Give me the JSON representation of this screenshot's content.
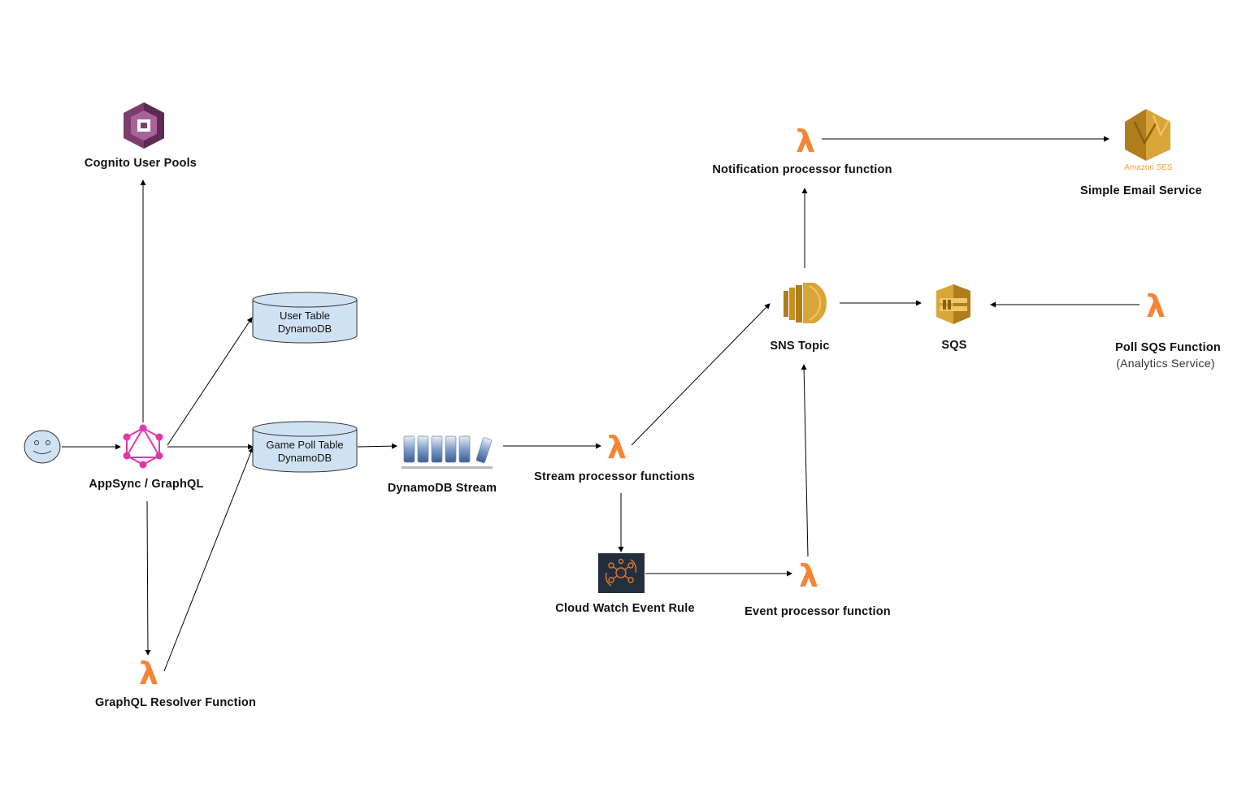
{
  "labels": {
    "cognito": "Cognito User Pools",
    "appsync": "AppSync / GraphQL",
    "resolver": "GraphQL Resolver Function",
    "user_table": "User Table",
    "user_table_sub": "DynamoDB",
    "game_table": "Game Poll Table",
    "game_table_sub": "DynamoDB",
    "stream": "DynamoDB Stream",
    "stream_proc": "Stream processor functions",
    "cloudwatch": "Cloud Watch Event Rule",
    "event_proc": "Event processor function",
    "sns": "SNS Topic",
    "sqs": "SQS",
    "notif_proc": "Notification processor function",
    "ses": "Simple Email Service",
    "ses_logo_text": "Amazon SES",
    "poll_sqs": "Poll SQS Function",
    "poll_sqs_sub": "(Analytics Service)"
  },
  "icons": {
    "user": "user-smiley-icon",
    "cognito": "cognito-icon",
    "appsync": "graphql-icon",
    "lambda": "lambda-icon",
    "dynamodb": "dynamodb-table-icon",
    "stream": "dynamodb-stream-icon",
    "cloudwatch": "cloudwatch-events-icon",
    "sns": "sns-icon",
    "sqs": "sqs-icon",
    "ses": "ses-icon"
  },
  "colors": {
    "lambda": "#f58536",
    "graphql": "#e535ab",
    "cognito": "#7d3c6e",
    "aws_gold": "#d9a538",
    "db_fill": "#cfe2f3",
    "cloudwatch_bg": "#232f3e",
    "line": "#000000"
  }
}
